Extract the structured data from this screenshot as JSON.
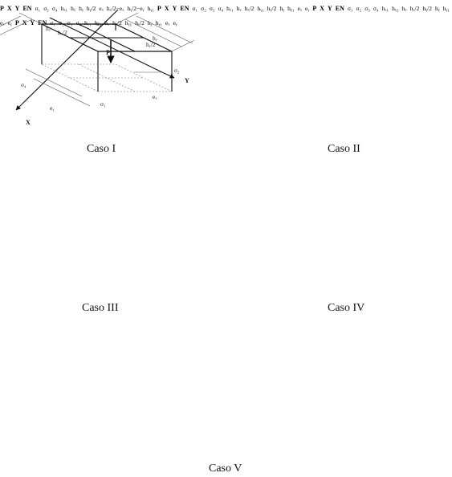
{
  "captions": [
    "Caso I",
    "Caso II",
    "Caso III",
    "Caso IV",
    "Caso V"
  ],
  "labels": {
    "P": "P",
    "X": "X",
    "Y": "Y",
    "EN": "EN",
    "s1": "σ₁",
    "s2": "σ₂",
    "s3": "σ₃",
    "s4": "σ₄",
    "hx": "hₓ",
    "hx2": "hₓ/2",
    "hy": "hᵧ",
    "hy2": "hᵧ/2",
    "ex": "eₓ",
    "ey": "eᵧ",
    "hx1": "hₓ₁",
    "hx2b": "hₓ₂",
    "hy1": "hᵧ₁",
    "hy2b": "hᵧ₂",
    "hy2_ey": "hᵧ/2−eᵧ",
    "hx2_ex": "hₓ/2−eₓ"
  }
}
